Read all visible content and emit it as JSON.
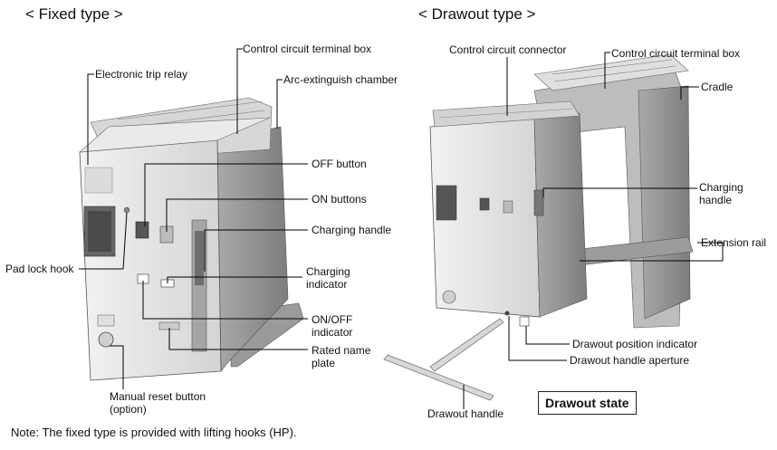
{
  "titles": {
    "fixed": "< Fixed type >",
    "drawout": "< Drawout type >"
  },
  "fixed_labels": {
    "control_terminal_box": "Control circuit terminal box",
    "electronic_trip_relay": "Electronic trip relay",
    "arc_chamber": "Arc-extinguish chamber",
    "off_button": "OFF button",
    "on_buttons": "ON buttons",
    "charging_handle": "Charging handle",
    "pad_lock_hook": "Pad lock hook",
    "charging_indicator": "Charging\nindicator",
    "onoff_indicator": "ON/OFF\nindicator",
    "rated_name_plate": "Rated name\nplate",
    "manual_reset_button": "Manual reset button\n(option)"
  },
  "drawout_labels": {
    "control_connector": "Control circuit connector",
    "control_terminal_box": "Control circuit terminal box",
    "cradle": "Cradle",
    "charging_handle": "Charging\nhandle",
    "extension_rail": "Extension rail",
    "position_indicator": "Drawout position indicator",
    "handle_aperture": "Drawout handle aperture",
    "drawout_handle": "Drawout handle"
  },
  "drawout_state": "Drawout state",
  "note": "Note: The fixed type is provided with lifting hooks (HP).",
  "colors": {
    "body_light": "#e6e6e6",
    "body_mid": "#c9c9c9",
    "body_dark": "#8e8e8e",
    "leader": "#000000"
  }
}
